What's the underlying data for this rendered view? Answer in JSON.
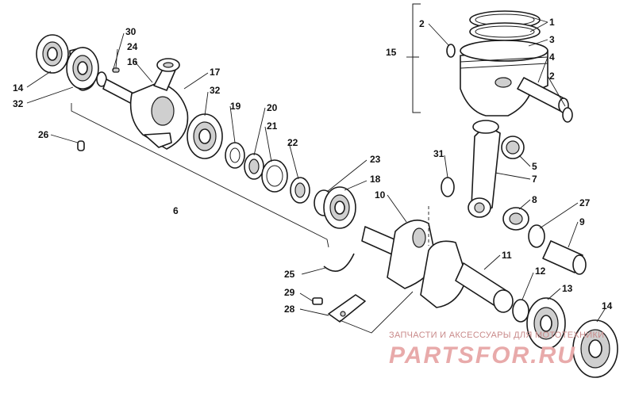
{
  "diagram": {
    "callouts": [
      {
        "id": "c30",
        "label": "30"
      },
      {
        "id": "c24",
        "label": "24"
      },
      {
        "id": "c16",
        "label": "16"
      },
      {
        "id": "c17",
        "label": "17"
      },
      {
        "id": "c32a",
        "label": "32"
      },
      {
        "id": "c14a",
        "label": "14"
      },
      {
        "id": "c32b",
        "label": "32"
      },
      {
        "id": "c19",
        "label": "19"
      },
      {
        "id": "c20",
        "label": "20"
      },
      {
        "id": "c21",
        "label": "21"
      },
      {
        "id": "c22",
        "label": "22"
      },
      {
        "id": "c26",
        "label": "26"
      },
      {
        "id": "c23",
        "label": "23"
      },
      {
        "id": "c18",
        "label": "18"
      },
      {
        "id": "c10",
        "label": "10"
      },
      {
        "id": "c6",
        "label": "6"
      },
      {
        "id": "c2a",
        "label": "2"
      },
      {
        "id": "c1",
        "label": "1"
      },
      {
        "id": "c3",
        "label": "3"
      },
      {
        "id": "c15",
        "label": "15"
      },
      {
        "id": "c4",
        "label": "4"
      },
      {
        "id": "c2b",
        "label": "2"
      },
      {
        "id": "c5",
        "label": "5"
      },
      {
        "id": "c31",
        "label": "31"
      },
      {
        "id": "c7",
        "label": "7"
      },
      {
        "id": "c8",
        "label": "8"
      },
      {
        "id": "c27",
        "label": "27"
      },
      {
        "id": "c9",
        "label": "9"
      },
      {
        "id": "c11",
        "label": "11"
      },
      {
        "id": "c25",
        "label": "25"
      },
      {
        "id": "c12",
        "label": "12"
      },
      {
        "id": "c13",
        "label": "13"
      },
      {
        "id": "c29",
        "label": "29"
      },
      {
        "id": "c28",
        "label": "28"
      },
      {
        "id": "c14b",
        "label": "14"
      }
    ]
  },
  "watermark": {
    "tagline": "ЗАПЧАСТИ И АКСЕССУАРЫ ДЛЯ МОТОТЕХНИКИ",
    "brand": "PARTSFOR.RU"
  }
}
